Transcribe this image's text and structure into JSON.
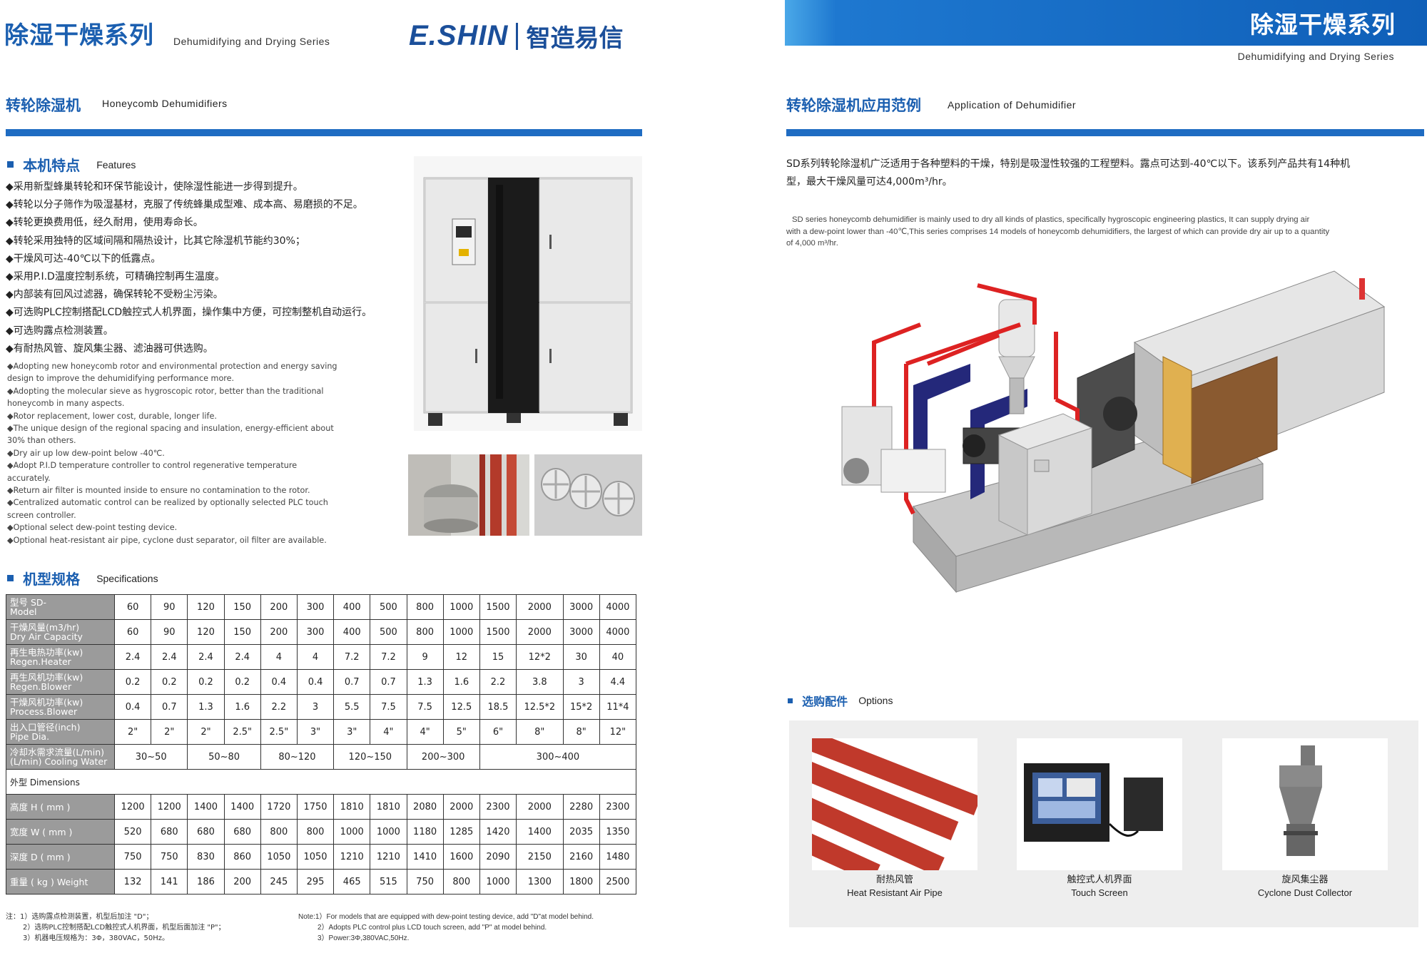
{
  "left": {
    "series_zh": "除湿干燥系列",
    "series_en": "Dehumidifying and Drying Series",
    "logo_en": "E.SHIN",
    "logo_zh": "智造易信",
    "section_zh": "转轮除湿机",
    "section_en": "Honeycomb Dehumidifiers",
    "features_title_zh": "本机特点",
    "features_title_en": "Features",
    "features_zh": [
      "◆采用新型蜂巢转轮和环保节能设计，使除湿性能进一步得到提升。",
      "◆转轮以分子筛作为吸湿基材，克服了传统蜂巢成型难、成本高、易磨损的不足。",
      "◆转轮更换费用低，经久耐用，使用寿命长。",
      "◆转轮采用独特的区域间隔和隔热设计，比其它除湿机节能约30%；",
      "◆干燥风可达-40℃以下的低露点。",
      "◆采用P.I.D温度控制系统，可精确控制再生温度。",
      "◆内部装有回风过滤器，确保转轮不受粉尘污染。",
      "◆可选购PLC控制搭配LCD触控式人机界面，操作集中方便，可控制整机自动运行。",
      "◆可选购露点检测装置。",
      "◆有耐热风管、旋风集尘器、滤油器可供选购。"
    ],
    "features_en": [
      "◆Adopting  new honeycomb rotor and environmental protection and energy saving",
      "   design to improve the dehumidifying performance more.",
      "◆Adopting the molecular sieve as hygroscopic rotor, better than the traditional",
      "   honeycomb in many aspects.",
      "◆Rotor replacement, lower cost, durable, longer life.",
      "◆The unique design of the regional spacing and insulation, energy-efficient about",
      "   30% than others.",
      "◆Dry air up low dew-point below -40℃.",
      "◆Adopt P.I.D temperature controller to control regenerative temperature accurately.",
      "◆Return air filter is mounted inside to ensure no contamination to the rotor.",
      "◆Centralized automatic control can be realized by optionally selected PLC touch",
      "   screen controller.",
      "◆Optional select dew-point testing device.",
      "◆Optional heat-resistant air pipe, cyclone dust separator, oil filter are available."
    ],
    "specs_title_zh": "机型规格",
    "specs_title_en": "Specifications",
    "spec_rows": [
      {
        "label1": "型号        SD-",
        "label2": "Model",
        "cells": [
          "60",
          "90",
          "120",
          "150",
          "200",
          "300",
          "400",
          "500",
          "800",
          "1000",
          "1500",
          "2000",
          "3000",
          "4000"
        ]
      },
      {
        "label1": "干燥风量(m3/hr)",
        "label2": "Dry Air Capacity",
        "cells": [
          "60",
          "90",
          "120",
          "150",
          "200",
          "300",
          "400",
          "500",
          "800",
          "1000",
          "1500",
          "2000",
          "3000",
          "4000"
        ]
      },
      {
        "label1": "再生电热功率(kw)",
        "label2": "Regen.Heater",
        "cells": [
          "2.4",
          "2.4",
          "2.4",
          "2.4",
          "4",
          "4",
          "7.2",
          "7.2",
          "9",
          "12",
          "15",
          "12*2",
          "30",
          "40"
        ]
      },
      {
        "label1": "再生风机功率(kw)",
        "label2": "Regen.Blower",
        "cells": [
          "0.2",
          "0.2",
          "0.2",
          "0.2",
          "0.4",
          "0.4",
          "0.7",
          "0.7",
          "1.3",
          "1.6",
          "2.2",
          "3.8",
          "3",
          "4.4"
        ]
      },
      {
        "label1": "干燥风机功率(kw)",
        "label2": "Process.Blower",
        "cells": [
          "0.4",
          "0.7",
          "1.3",
          "1.6",
          "2.2",
          "3",
          "5.5",
          "7.5",
          "7.5",
          "12.5",
          "18.5",
          "12.5*2",
          "15*2",
          "11*4"
        ]
      },
      {
        "label1": "出入口管径(inch)",
        "label2": "Pipe Dia.",
        "cells": [
          "2\"",
          "2\"",
          "2\"",
          "2.5\"",
          "2.5\"",
          "3\"",
          "3\"",
          "4\"",
          "4\"",
          "5\"",
          "6\"",
          "8\"",
          "8\"",
          "12\""
        ]
      }
    ],
    "cooling_row": {
      "label1": "冷却水需求流量(L/min)",
      "label2": "(L/min) Cooling Water",
      "cells": [
        "30~50",
        "50~80",
        "80~120",
        "120~150",
        "200~300",
        "300~400"
      ]
    },
    "dimensions_header": "外型  Dimensions",
    "dim_rows": [
      {
        "label": "高度 H ( mm )",
        "cells": [
          "1200",
          "1200",
          "1400",
          "1400",
          "1720",
          "1750",
          "1810",
          "1810",
          "2080",
          "2000",
          "2300",
          "2000",
          "2280",
          "2300"
        ]
      },
      {
        "label": "宽度 W ( mm )",
        "cells": [
          "520",
          "680",
          "680",
          "680",
          "800",
          "800",
          "1000",
          "1000",
          "1180",
          "1285",
          "1420",
          "1400",
          "2035",
          "1350"
        ]
      },
      {
        "label": "深度 D ( mm )",
        "cells": [
          "750",
          "750",
          "830",
          "860",
          "1050",
          "1050",
          "1210",
          "1210",
          "1410",
          "1600",
          "2090",
          "2150",
          "2160",
          "1480"
        ]
      },
      {
        "label": "重量 ( kg )  Weight",
        "cells": [
          "132",
          "141",
          "186",
          "200",
          "245",
          "295",
          "465",
          "515",
          "750",
          "800",
          "1000",
          "1300",
          "1800",
          "2500"
        ]
      }
    ],
    "notes_zh": [
      "注：1）选购露点检测装置，机型后加注 \"D\"；",
      "2）选购PLC控制搭配LCD触控式人机界面，机型后面加注 \"P\"；",
      "3）机器电压规格为：3Φ，380VAC，50Hz。"
    ],
    "notes_en": [
      "Note:1）For models that are equipped with dew-point testing device, add \"D\"at model behind.",
      "2）Adopts PLC control plus LCD touch screen, add \"P\" at model behind.",
      "3）Power:3Φ,380VAC,50Hz."
    ]
  },
  "right": {
    "series_zh": "除湿干燥系列",
    "series_en": "Dehumidifying and Drying Series",
    "section_zh": "转轮除湿机应用范例",
    "section_en": "Application of Dehumidifier",
    "para_zh": [
      "SD系列转轮除湿机广泛适用于各种塑料的干燥，特别是吸湿性较强的工程塑料。露点可达到-40℃以下。该系列产品共有14种机",
      "型，最大干燥风量可达4,000m³/hr。"
    ],
    "para_en": [
      "SD series  honeycomb  dehumidifier  is mainly used to dry all kinds of plastics, specifically hygroscopic engineering plastics, It can supply drying air",
      "with a dew-point lower than -40℃,This series comprises 14 models of honeycomb dehumidifiers, the largest of which can provide dry air up to a quantity",
      "of 4,000 m³/hr."
    ],
    "options_title_zh": "选购配件",
    "options_title_en": "Options",
    "options": [
      {
        "zh": "耐热风管",
        "en": "Heat Resistant Air Pipe"
      },
      {
        "zh": "触控式人机界面",
        "en": "Touch Screen"
      },
      {
        "zh": "旋风集尘器",
        "en": "Cyclone Dust Collector"
      }
    ]
  },
  "colors": {
    "brand_blue": "#1b5fb0",
    "rule_blue": "#1f6cc2",
    "header_gray": "#9b9b9b"
  }
}
